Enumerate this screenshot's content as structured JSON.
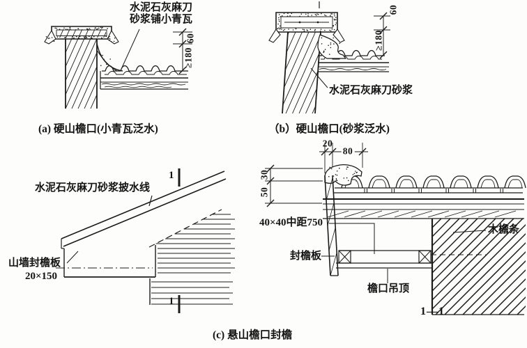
{
  "figure": {
    "ink_color": "#1b1b1b",
    "background_color": "#fdfdfc",
    "captions": {
      "a": "(a) 硬山檐口(小青瓦泛水)",
      "b": "（b）硬山檐口(砂浆泛水)",
      "c": "(c) 悬山檐口封檐"
    },
    "panel_a": {
      "material_label_line1": "水泥石灰麻刀",
      "material_label_line2": "砂浆铺小青瓦",
      "dim_top": "60",
      "dim_bottom": "≥180"
    },
    "panel_b": {
      "material_label": "水泥石灰麻刀砂浆",
      "dim_top": "60",
      "dim_bottom": "≥180"
    },
    "panel_c": {
      "flashing_label": "水泥石灰麻刀砂浆披水线",
      "fascia_label_line1": "山墙封檐板",
      "fascia_label_line2": "20×150",
      "section_mark_top": "1",
      "section_mark_bottom": "1"
    },
    "section_1_1": {
      "dim_20": "20",
      "dim_80": "80",
      "dim_30": "30",
      "dim_50": "50",
      "batten_label": "40×40中距750",
      "fascia_label": "封檐板",
      "ceiling_label": "檐口吊顶",
      "rafter_label": "木檐条",
      "section_title": "1—1"
    }
  }
}
